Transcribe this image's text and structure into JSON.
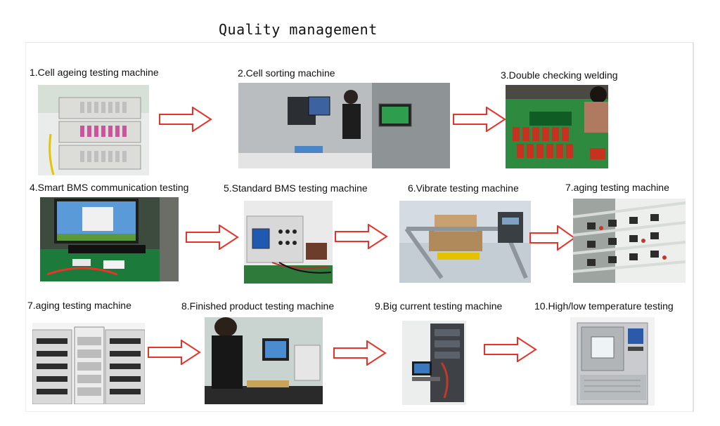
{
  "title": "Quality management",
  "steps": [
    {
      "label": "1.Cell ageing testing machine"
    },
    {
      "label": "2.Cell sorting machine"
    },
    {
      "label": "3.Double checking welding"
    },
    {
      "label": "4.Smart BMS communication testing"
    },
    {
      "label": "5.Standard BMS testing machine"
    },
    {
      "label": "6.Vibrate testing machine"
    },
    {
      "label": "7.aging testing machine"
    },
    {
      "label": "7.aging testing machine"
    },
    {
      "label": "8.Finished product testing machine"
    },
    {
      "label": "9.Big current testing machine"
    },
    {
      "label": "10.High/low temperature testing"
    }
  ],
  "colors": {
    "arrow_outline": "#e8322a",
    "arrow_fill": "#ffffff"
  }
}
